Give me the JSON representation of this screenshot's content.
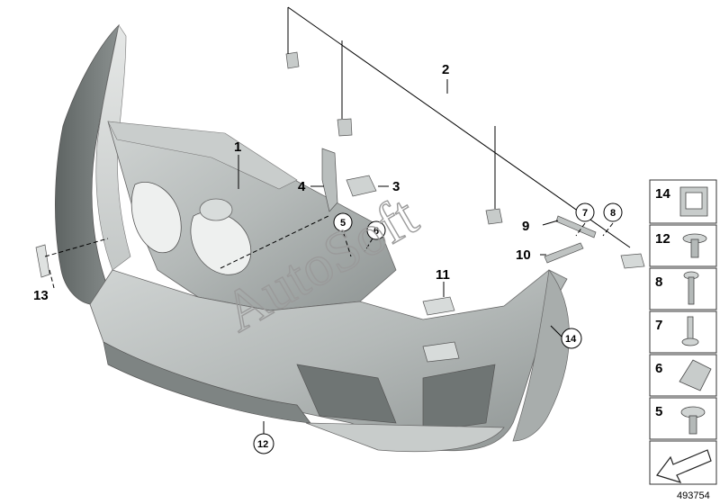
{
  "diagram": {
    "callouts": [
      {
        "id": "1",
        "label": "1",
        "circled": false
      },
      {
        "id": "2",
        "label": "2",
        "circled": false
      },
      {
        "id": "3",
        "label": "3",
        "circled": false
      },
      {
        "id": "4",
        "label": "4",
        "circled": false
      },
      {
        "id": "5",
        "label": "5",
        "circled": true
      },
      {
        "id": "6",
        "label": "6",
        "circled": true
      },
      {
        "id": "7",
        "label": "7",
        "circled": true
      },
      {
        "id": "8",
        "label": "8",
        "circled": true
      },
      {
        "id": "9",
        "label": "9",
        "circled": false
      },
      {
        "id": "10",
        "label": "10",
        "circled": false
      },
      {
        "id": "11",
        "label": "11",
        "circled": false
      },
      {
        "id": "12",
        "label": "12",
        "circled": true
      },
      {
        "id": "13",
        "label": "13",
        "circled": false
      },
      {
        "id": "14",
        "label": "14",
        "circled": true
      }
    ],
    "legend": [
      "14",
      "12",
      "8",
      "7",
      "6",
      "5"
    ],
    "reference_number": "493754",
    "watermark": "AutoSoft"
  }
}
